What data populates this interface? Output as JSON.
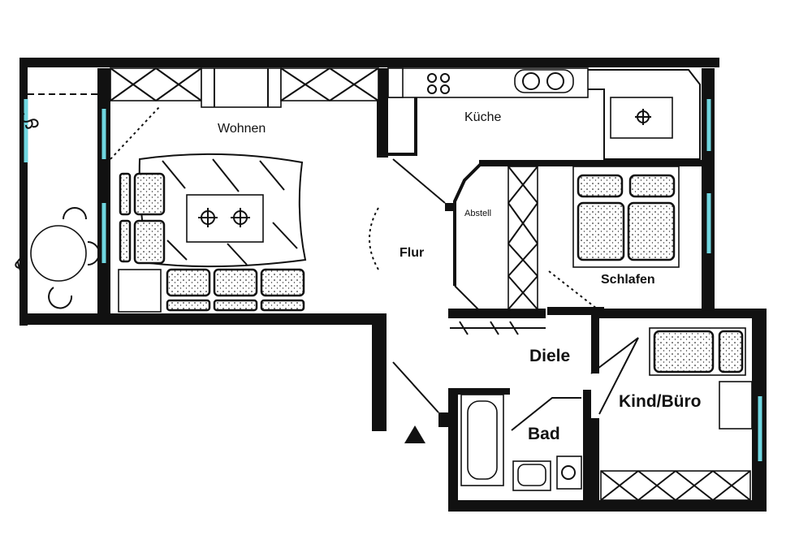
{
  "rooms": {
    "wohnen": "Wohnen",
    "kueche": "Küche",
    "abstell": "Abstell",
    "flur": "Flur",
    "schlafen": "Schlafen",
    "diele": "Diele",
    "bad": "Bad",
    "kind_buero": "Kind/Büro"
  },
  "colors": {
    "wall": "#111111",
    "window": "#6fd6e0",
    "background": "#ffffff"
  },
  "icons": {
    "entrance": "triangle-icon"
  }
}
